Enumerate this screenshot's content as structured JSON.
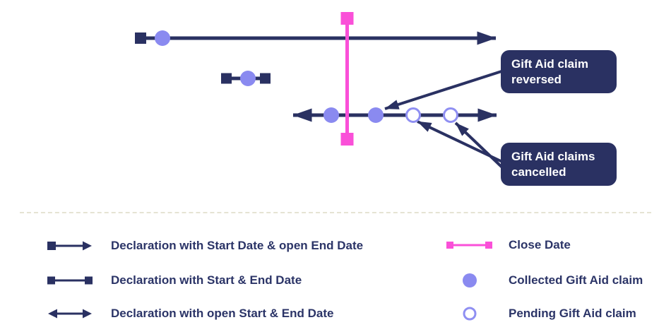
{
  "diagram": {
    "callouts": {
      "reversed": {
        "label": "Gift Aid claim reversed"
      },
      "cancelled": {
        "label": "Gift Aid claims cancelled"
      }
    },
    "markers": {
      "declaration_line": "navy arrow timeline",
      "close_date_line": "pink vertical line with square ends",
      "collected_claim": "filled purple circle",
      "pending_claim": "open purple circle"
    }
  },
  "legend": {
    "left": [
      {
        "label": "Declaration with Start Date & open End Date"
      },
      {
        "label": "Declaration with Start & End Date"
      },
      {
        "label": "Declaration with open Start & End Date"
      }
    ],
    "right": [
      {
        "label": "Close Date"
      },
      {
        "label": "Collected Gift Aid claim"
      },
      {
        "label": "Pending Gift Aid claim"
      }
    ]
  },
  "colors": {
    "navy": "#2a3162",
    "purple_filled": "#8a8af0",
    "purple_outline": "#8f8ff2",
    "pink": "#fa50d8",
    "legend_text": "#2b3467",
    "callout_text": "#ffffff",
    "separator": "#e5e3d3",
    "background": "#ffffff"
  }
}
